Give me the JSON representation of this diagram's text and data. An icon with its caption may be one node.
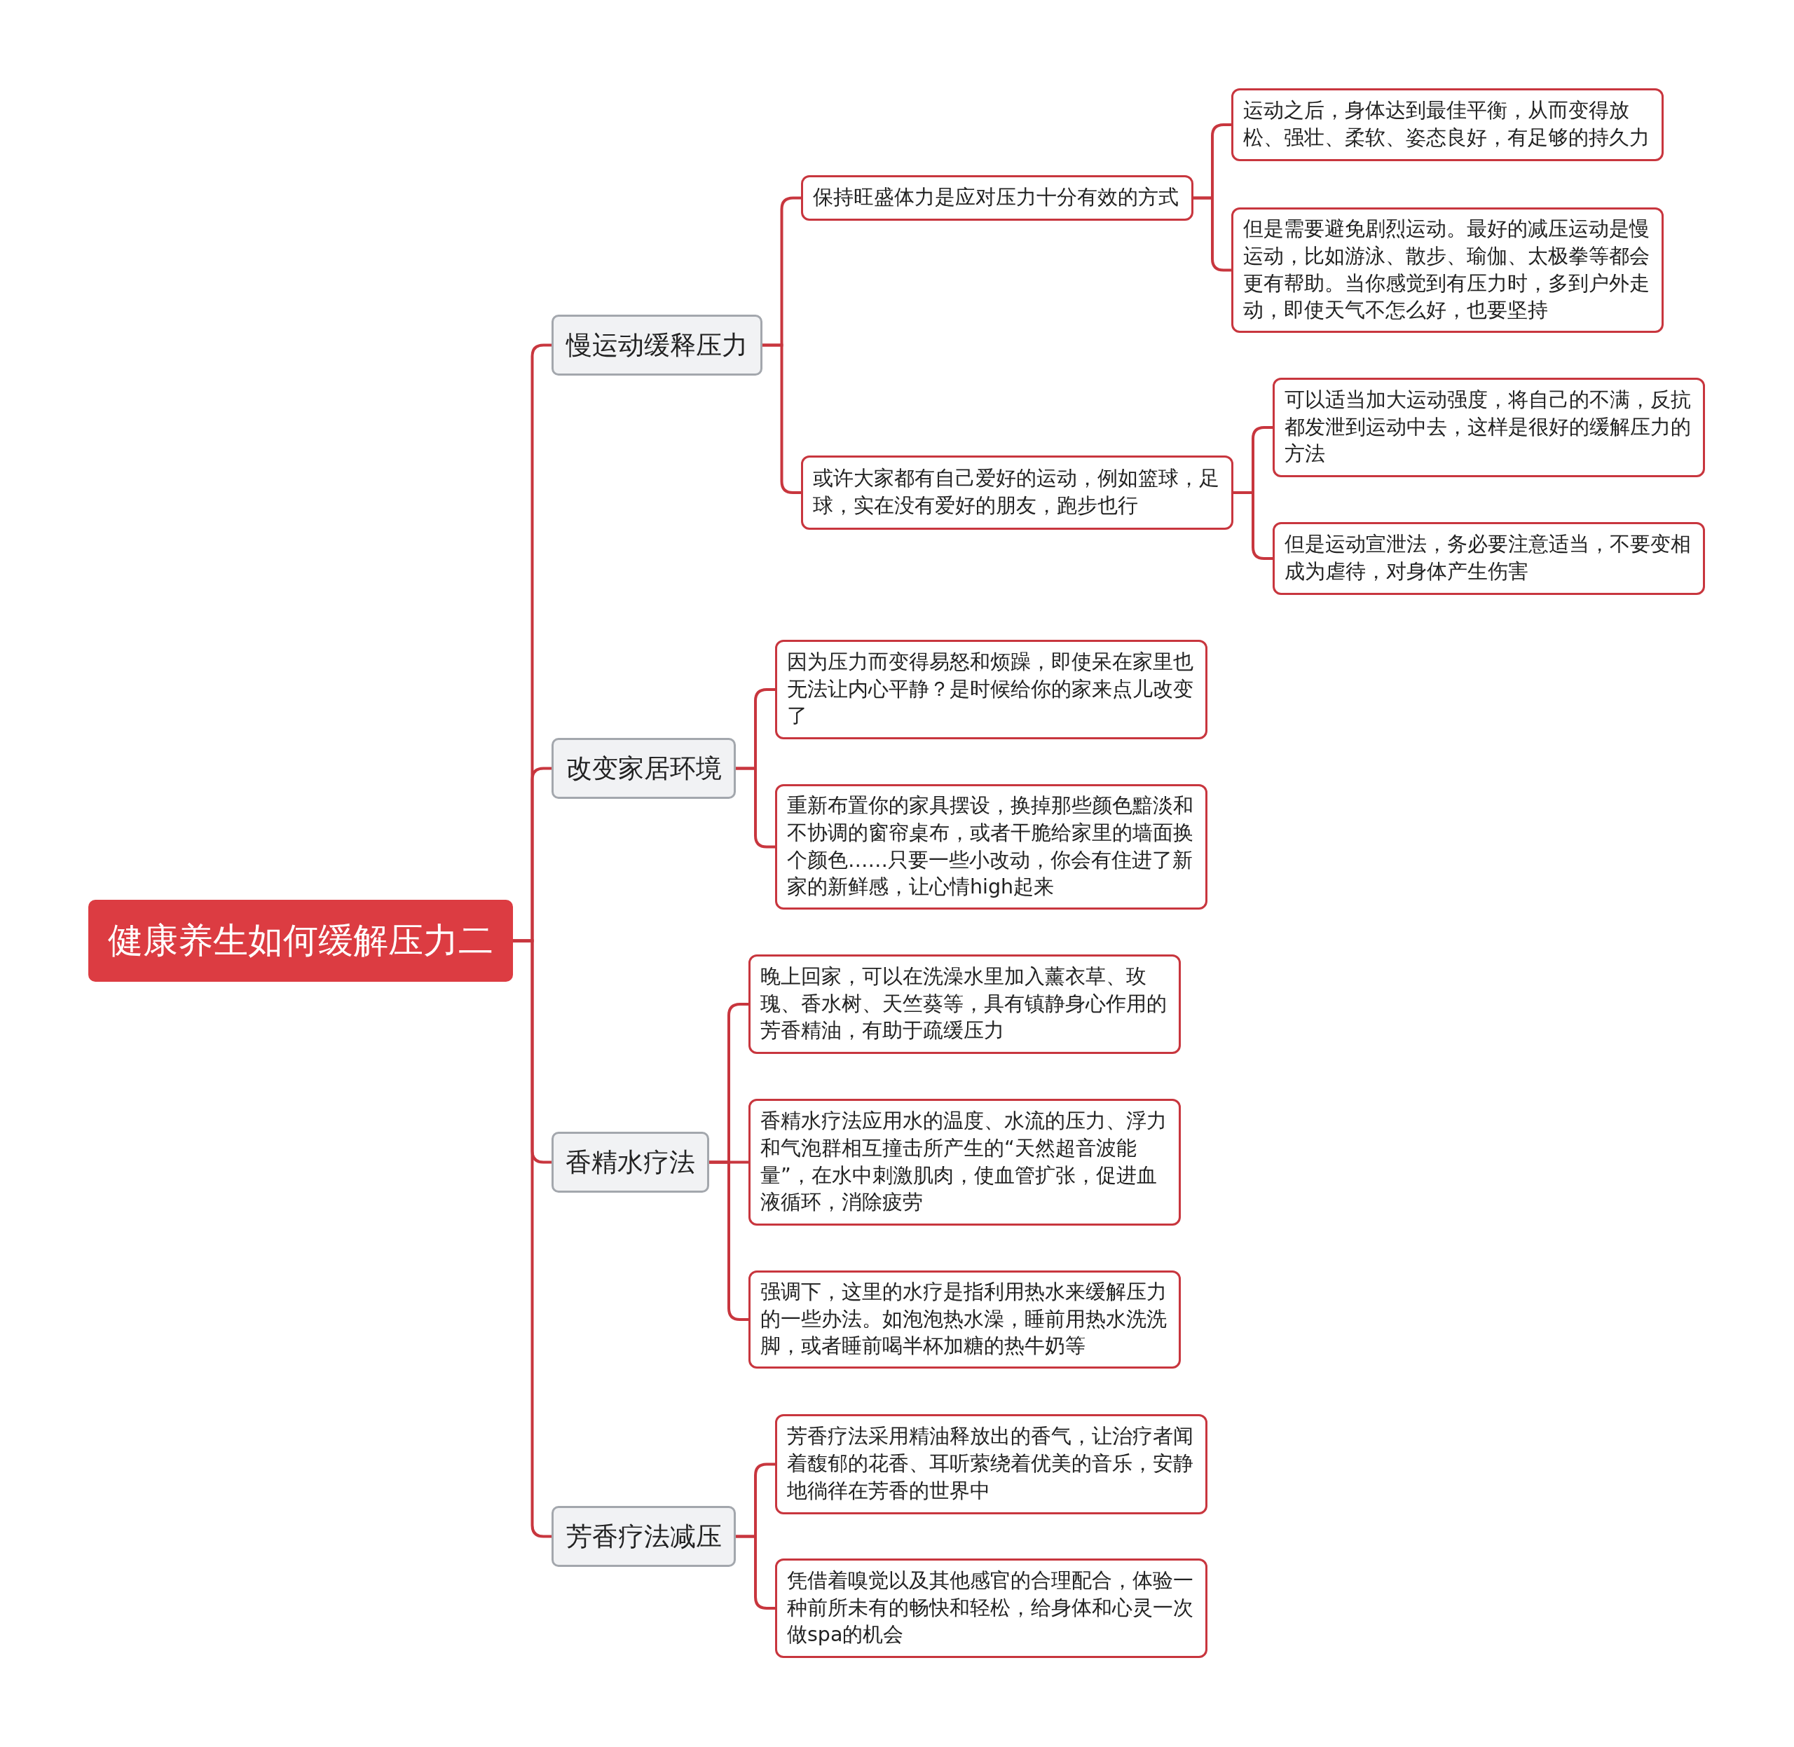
{
  "diagram": {
    "nodes": [
      {
        "text": [
          "健康养生如何缓解压力二"
        ]
      },
      {
        "text": [
          "慢运动缓释压力"
        ]
      },
      {
        "text": [
          "保持旺盛体力是应对压力十分有效的方式"
        ]
      },
      {
        "text": [
          "运动之后，身体达到最佳平衡，从而变得放松、强壮、柔软、姿态良好，有足够的持久力"
        ]
      },
      {
        "text": [
          "但是需要避免剧烈运动。最好的减压运动是慢运动，比如游泳、散步、瑜伽、太极拳等都会更有帮助。当你感觉到有压力时，多到户外走动，即使天气不怎么好，也要坚持"
        ]
      },
      {
        "text": [
          "或许大家都有自己爱好的运动，例如篮球，足球，实在没有爱好的朋友，跑步也行"
        ]
      },
      {
        "text": [
          "可以适当加大运动强度，将自己的不满，反抗都发泄到运动中去，这样是很好的缓解压力的方法"
        ]
      },
      {
        "text": [
          "但是运动宣泄法，务必要注意适当，不要变相成为虐待，对身体产生伤害"
        ]
      },
      {
        "text": [
          "改变家居环境"
        ]
      },
      {
        "text": [
          "因为压力而变得易怒和烦躁，即使呆在家里也无法让内心平静？是时候给你的家来点儿改变了"
        ]
      },
      {
        "text": [
          "重新布置你的家具摆设，换掉那些颜色黯淡和不协调的窗帘桌布，或者干脆给家里的墙面换个颜色……只要一些小改动，你会有住进了新家的新鲜感，让心情high起来"
        ]
      },
      {
        "text": [
          "香精水疗法"
        ]
      },
      {
        "text": [
          "晚上回家，可以在洗澡水里加入薰衣草、玫瑰、香水树、天竺葵等，具有镇静身心作用的芳香精油，有助于疏缓压力"
        ]
      },
      {
        "text": [
          "香精水疗法应用水的温度、水流的压力、浮力和气泡群相互撞击所产生的“天然超音波能量”，在水中刺激肌肉，使血管扩张，促进血液循环，消除疲劳"
        ]
      },
      {
        "text": [
          "强调下，这里的水疗是指利用热水来缓解压力的一些办法。如泡泡热水澡，睡前用热水洗洗脚，或者睡前喝半杯加糖的热牛奶等"
        ]
      },
      {
        "text": [
          "芳香疗法减压"
        ]
      },
      {
        "text": [
          "芳香疗法采用精油释放出的香气，让治疗者闻着馥郁的花香、耳听萦绕着优美的音乐，安静地徜徉在芳香的世界中"
        ]
      },
      {
        "text": [
          "凭借着嗅觉以及其他感官的合理配合，体验一种前所未有的畅快和轻松，给身体和心灵一次做spa的机会"
        ]
      }
    ],
    "edges": [
      {
        "from": 0,
        "to": 1,
        "arrow": "none"
      },
      {
        "from": 1,
        "to": 2,
        "arrow": "none"
      },
      {
        "from": 2,
        "to": 3,
        "arrow": "none"
      },
      {
        "from": 2,
        "to": 4,
        "arrow": "none"
      },
      {
        "from": 1,
        "to": 5,
        "arrow": "none"
      },
      {
        "from": 5,
        "to": 6,
        "arrow": "none"
      },
      {
        "from": 5,
        "to": 7,
        "arrow": "none"
      },
      {
        "from": 0,
        "to": 8,
        "arrow": "none"
      },
      {
        "from": 8,
        "to": 9,
        "arrow": "none"
      },
      {
        "from": 8,
        "to": 10,
        "arrow": "none"
      },
      {
        "from": 0,
        "to": 11,
        "arrow": "none"
      },
      {
        "from": 11,
        "to": 12,
        "arrow": "none"
      },
      {
        "from": 11,
        "to": 13,
        "arrow": "none"
      },
      {
        "from": 11,
        "to": 14,
        "arrow": "none"
      },
      {
        "from": 0,
        "to": 15,
        "arrow": "none"
      },
      {
        "from": 15,
        "to": 16,
        "arrow": "none"
      },
      {
        "from": 15,
        "to": 17,
        "arrow": "none"
      }
    ]
  }
}
